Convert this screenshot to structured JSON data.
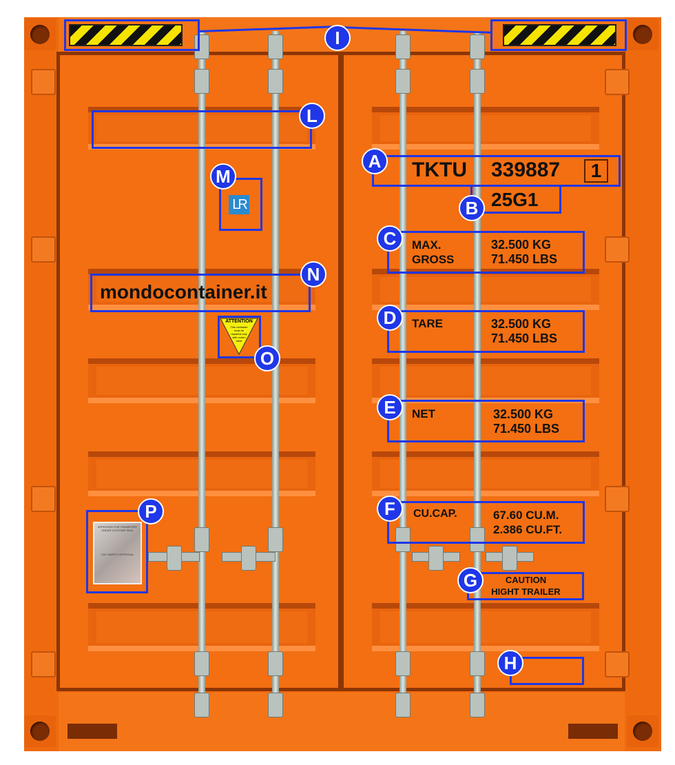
{
  "markers": {
    "A": "A",
    "B": "B",
    "C": "C",
    "D": "D",
    "E": "E",
    "F": "F",
    "G": "G",
    "H": "H",
    "I": "I",
    "L": "L",
    "M": "M",
    "N": "N",
    "O": "O",
    "P": "P"
  },
  "marking": {
    "owner_code": "TKTU",
    "serial": "339887",
    "check_digit": "1",
    "type_code": "25G1",
    "max_gross": {
      "label": "MAX. GROSS",
      "kg": "32.500 KG",
      "lbs": "71.450 LBS"
    },
    "tare": {
      "label": "TARE",
      "kg": "32.500 KG",
      "lbs": "71.450 LBS"
    },
    "net": {
      "label": "NET",
      "kg": "32.500 KG",
      "lbs": "71.450 LBS"
    },
    "cu_cap": {
      "label": "CU.CAP.",
      "m3": "67.60 CU.M.",
      "ft3": "2.386 CU.FT."
    },
    "caution": {
      "line1": "CAUTION",
      "line2": "HIGHT TRAILER"
    }
  },
  "website": "mondocontainer.it",
  "logo": "LR",
  "attention": {
    "title": "ATTENTION",
    "body": "This container must be repaired only with corten steel"
  },
  "plate": {
    "title": "APPROVED FOR TRANSPORT UNDER CUSTOMS SEAL",
    "subtitle": "CSC SAFETY APPROVAL"
  },
  "colors": {
    "container": "#f26a10",
    "marker": "#1f37e8",
    "hazard_yellow": "#f5e400"
  }
}
